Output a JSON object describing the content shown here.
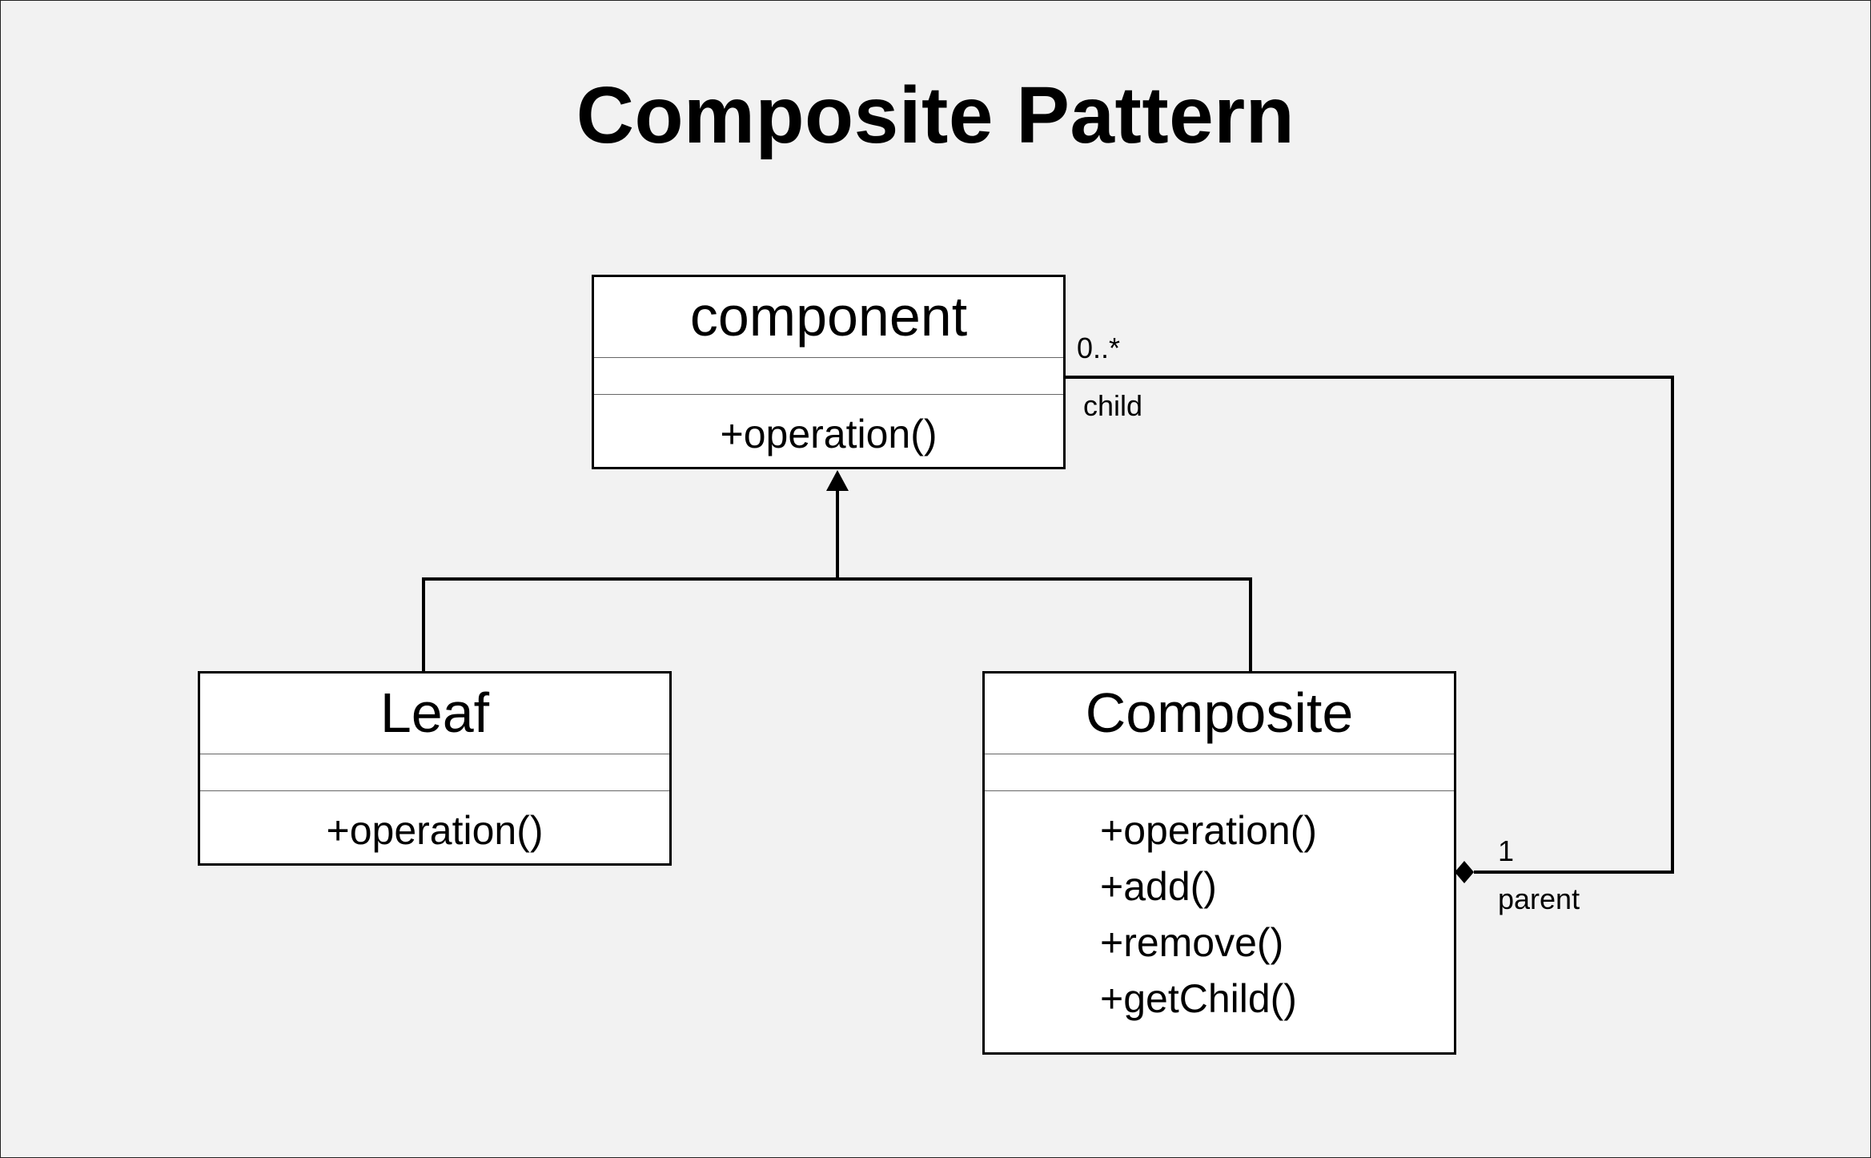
{
  "title": "Composite Pattern",
  "classes": {
    "component": {
      "name": "component",
      "operations": [
        "+operation()"
      ]
    },
    "leaf": {
      "name": "Leaf",
      "operations": [
        "+operation()"
      ]
    },
    "composite": {
      "name": "Composite",
      "operations": [
        "+operation()",
        "+add()",
        "+remove()",
        "+getChild()"
      ]
    }
  },
  "association": {
    "child_multiplicity": "0..*",
    "child_role": "child",
    "parent_multiplicity": "1",
    "parent_role": "parent"
  },
  "relations": [
    {
      "type": "generalization",
      "from": "Leaf",
      "to": "component"
    },
    {
      "type": "generalization",
      "from": "Composite",
      "to": "component"
    },
    {
      "type": "composition",
      "whole": "Composite",
      "part": "component"
    }
  ],
  "colors": {
    "background": "#f2f2f2",
    "box_fill": "#ffffff",
    "line": "#000000"
  }
}
